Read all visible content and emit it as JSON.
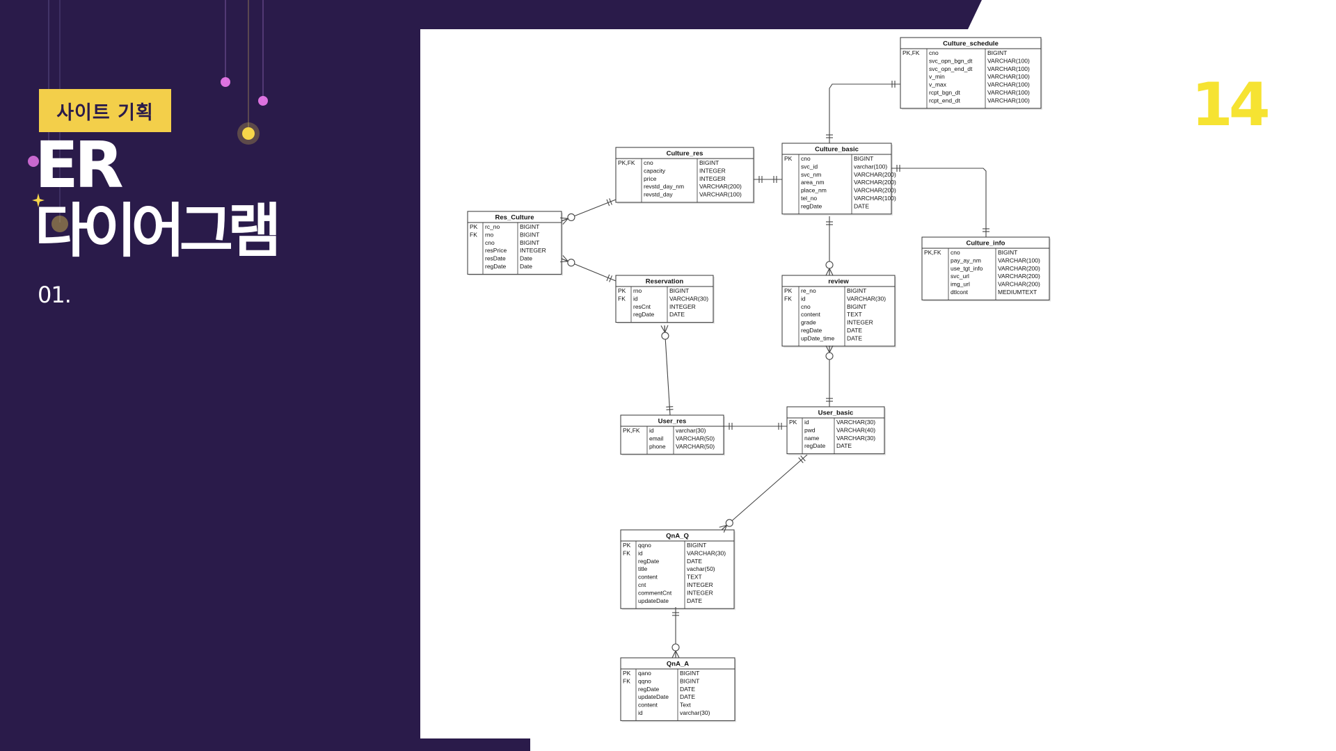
{
  "header": {
    "badge": "사이트 기획",
    "title_line1": "ER",
    "title_line2": "다이어그램",
    "section_number": "01.",
    "page_number": "14"
  },
  "colors": {
    "background": "#2a1b4a",
    "badge": "#f3cf4a",
    "page_number": "#f6e332",
    "panel": "#ffffff",
    "line": "#444444"
  },
  "entities": [
    {
      "id": "culture_schedule",
      "name": "Culture_schedule",
      "key_col": "PK,FK",
      "fields": [
        [
          "cno",
          "BIGINT"
        ],
        [
          "svc_opn_bgn_dt",
          "VARCHAR(100)"
        ],
        [
          "svc_opn_end_dt",
          "VARCHAR(100)"
        ],
        [
          "v_min",
          "VARCHAR(100)"
        ],
        [
          "v_max",
          "VARCHAR(100)"
        ],
        [
          "rcpt_bgn_dt",
          "VARCHAR(100)"
        ],
        [
          "rcpt_end_dt",
          "VARCHAR(100)"
        ]
      ]
    },
    {
      "id": "culture_res",
      "name": "Culture_res",
      "key_col": "PK,FK",
      "fields": [
        [
          "cno",
          "BIGINT"
        ],
        [
          "capacity",
          "INTEGER"
        ],
        [
          "price",
          "INTEGER"
        ],
        [
          "revstd_day_nm",
          "VARCHAR(200)"
        ],
        [
          "revstd_day",
          "VARCHAR(100)"
        ]
      ]
    },
    {
      "id": "culture_basic",
      "name": "Culture_basic",
      "key_col": "PK",
      "fields": [
        [
          "cno",
          "BIGINT"
        ],
        [
          "svc_id",
          "varchar(100)"
        ],
        [
          "svc_nm",
          "VARCHAR(200)"
        ],
        [
          "area_nm",
          "VARCHAR(200)"
        ],
        [
          "place_nm",
          "VARCHAR(200)"
        ],
        [
          "tel_no",
          "VARCHAR(100)"
        ],
        [
          "regDate",
          "DATE"
        ]
      ]
    },
    {
      "id": "res_culture",
      "name": "Res_Culture",
      "key_col": "PK\nFK",
      "fields": [
        [
          "rc_no",
          "BIGINT"
        ],
        [
          "rno",
          "BIGINT"
        ],
        [
          "cno",
          "BIGINT"
        ],
        [
          "resPrice",
          "INTEGER"
        ],
        [
          "resDate",
          "Date"
        ],
        [
          "regDate",
          "Date"
        ]
      ]
    },
    {
      "id": "culture_info",
      "name": "Culture_info",
      "key_col": "PK,FK",
      "fields": [
        [
          "cno",
          "BIGINT"
        ],
        [
          "pay_ay_nm",
          "VARCHAR(100)"
        ],
        [
          "use_tgt_info",
          "VARCHAR(200)"
        ],
        [
          "svc_url",
          "VARCHAR(200)"
        ],
        [
          "img_url",
          "VARCHAR(200)"
        ],
        [
          "dtlcont",
          "MEDIUMTEXT"
        ]
      ]
    },
    {
      "id": "reservation",
      "name": "Reservation",
      "key_col": "PK\nFK",
      "fields": [
        [
          "rno",
          "BIGINT"
        ],
        [
          "id",
          "VARCHAR(30)"
        ],
        [
          "resCnt",
          "INTEGER"
        ],
        [
          "regDate",
          "DATE"
        ]
      ]
    },
    {
      "id": "review",
      "name": "review",
      "key_col": "PK\nFK",
      "fields": [
        [
          "re_no",
          "BIGINT"
        ],
        [
          "id",
          "VARCHAR(30)"
        ],
        [
          "cno",
          "BIGINT"
        ],
        [
          "content",
          "TEXT"
        ],
        [
          "grade",
          "INTEGER"
        ],
        [
          "regDate",
          "DATE"
        ],
        [
          "upDate_time",
          "DATE"
        ]
      ]
    },
    {
      "id": "user_res",
      "name": "User_res",
      "key_col": "PK,FK",
      "fields": [
        [
          "id",
          "varchar(30)"
        ],
        [
          "email",
          "VARCHAR(50)"
        ],
        [
          "phone",
          "VARCHAR(50)"
        ]
      ]
    },
    {
      "id": "user_basic",
      "name": "User_basic",
      "key_col": "PK",
      "fields": [
        [
          "id",
          "VARCHAR(30)"
        ],
        [
          "pwd",
          "VARCHAR(40)"
        ],
        [
          "name",
          "VARCHAR(30)"
        ],
        [
          "regDate",
          "DATE"
        ]
      ]
    },
    {
      "id": "qna_q",
      "name": "QnA_Q",
      "key_col": "PK\nFK",
      "fields": [
        [
          "qqno",
          "BIGINT"
        ],
        [
          "id",
          "VARCHAR(30)"
        ],
        [
          "regDate",
          "DATE"
        ],
        [
          "title",
          "vachar(50)"
        ],
        [
          "content",
          "TEXT"
        ],
        [
          "cnt",
          "INTEGER"
        ],
        [
          "commentCnt",
          "INTEGER"
        ],
        [
          "updateDate",
          "DATE"
        ]
      ]
    },
    {
      "id": "qna_a",
      "name": "QnA_A",
      "key_col": "PK\nFK",
      "fields": [
        [
          "qano",
          "BIGINT"
        ],
        [
          "qqno",
          "BIGINT"
        ],
        [
          "regDate",
          "DATE"
        ],
        [
          "updateDate",
          "DATE"
        ],
        [
          "content",
          "Text"
        ],
        [
          "id",
          "varchar(30)"
        ]
      ]
    }
  ],
  "relationships": [
    {
      "from": "culture_basic",
      "to": "culture_schedule",
      "from_end": "one",
      "to_end": "one"
    },
    {
      "from": "culture_res",
      "to": "culture_basic",
      "from_end": "one",
      "to_end": "one"
    },
    {
      "from": "culture_basic",
      "to": "culture_info",
      "from_end": "one",
      "to_end": "one"
    },
    {
      "from": "res_culture",
      "to": "culture_res",
      "from_end": "zero-or-many",
      "to_end": "one"
    },
    {
      "from": "res_culture",
      "to": "reservation",
      "from_end": "zero-or-many",
      "to_end": "one"
    },
    {
      "from": "culture_basic",
      "to": "review",
      "from_end": "one",
      "to_end": "zero-or-many"
    },
    {
      "from": "review",
      "to": "user_basic",
      "from_end": "zero-or-many",
      "to_end": "one"
    },
    {
      "from": "reservation",
      "to": "user_res",
      "from_end": "zero-or-many",
      "to_end": "one"
    },
    {
      "from": "user_res",
      "to": "user_basic",
      "from_end": "one",
      "to_end": "one"
    },
    {
      "from": "user_basic",
      "to": "qna_q",
      "from_end": "one",
      "to_end": "zero-or-many"
    },
    {
      "from": "qna_q",
      "to": "qna_a",
      "from_end": "one",
      "to_end": "zero-or-many"
    }
  ]
}
